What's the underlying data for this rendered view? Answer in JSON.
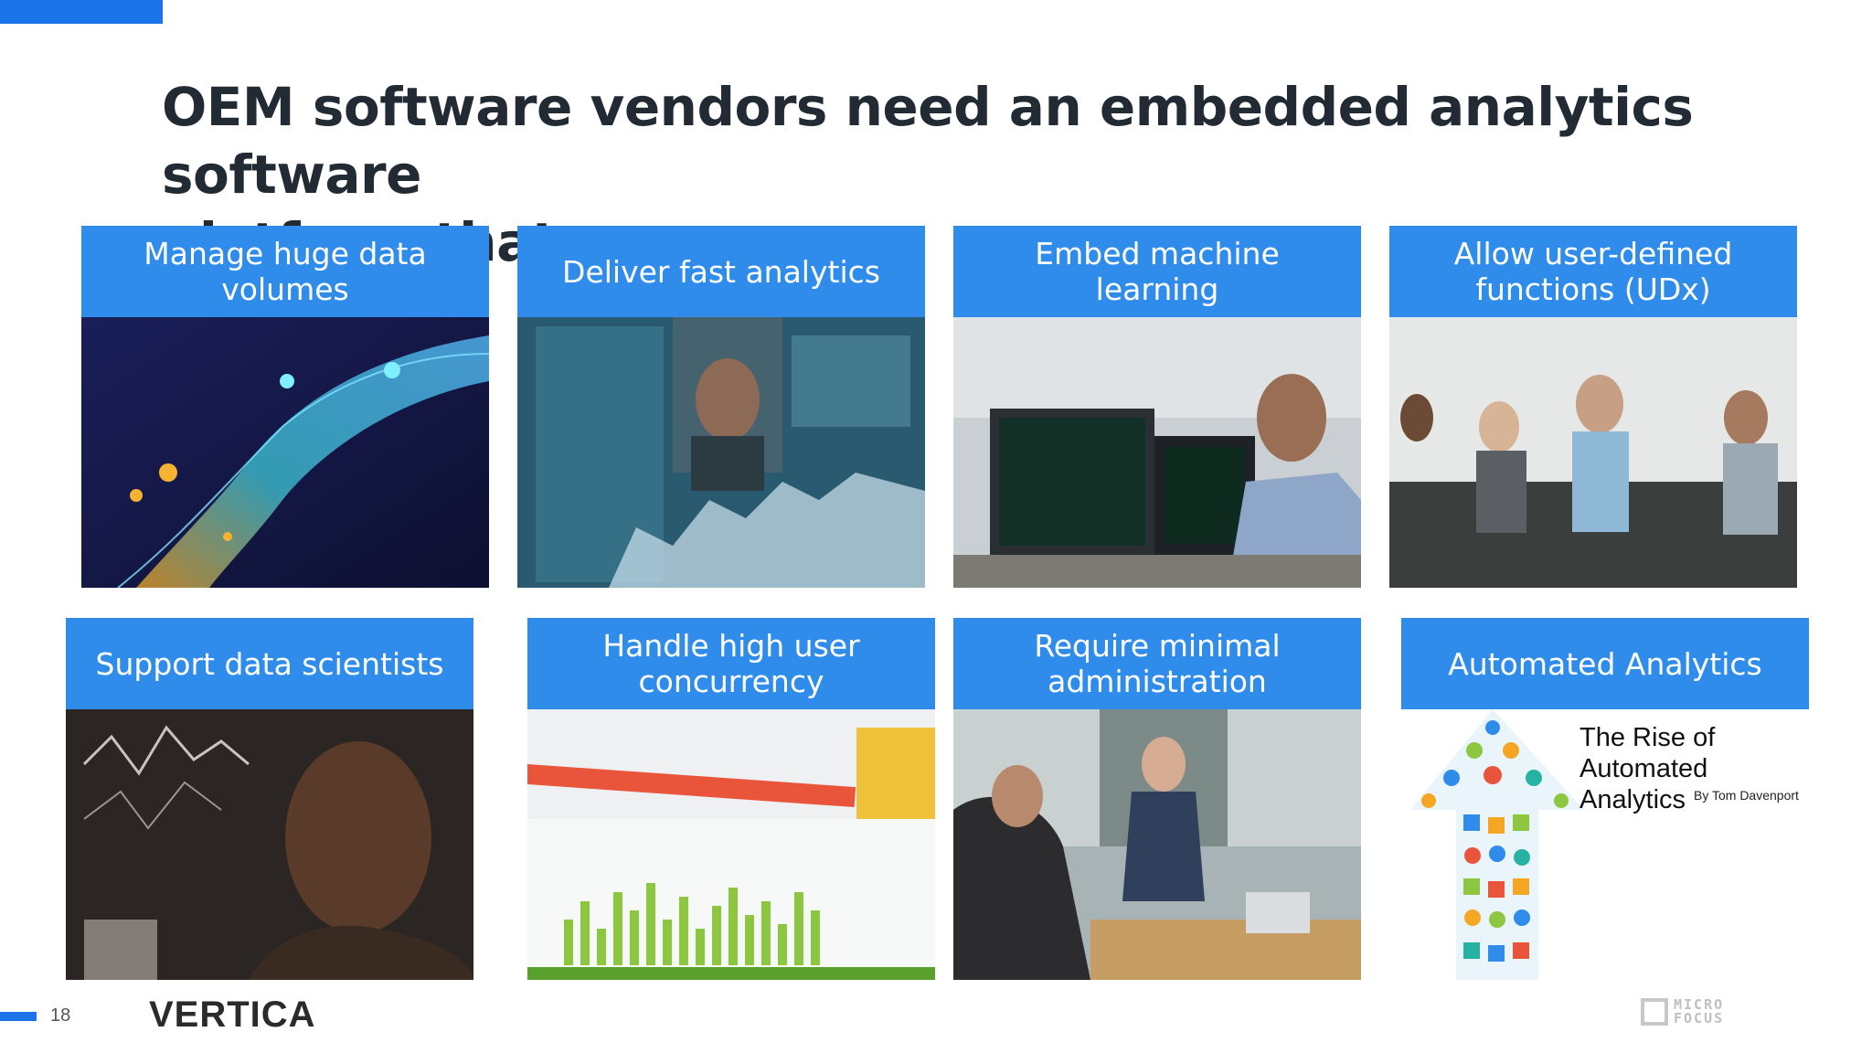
{
  "slide": {
    "title_line1": "OEM software vendors need an embedded analytics software",
    "title_line2": "platform that can:",
    "page_number": "18",
    "brand_left": "VERTICA",
    "brand_right_line1": "MICRO",
    "brand_right_line2": "FOCUS",
    "accent_color": "#2f8ceb"
  },
  "cards": [
    {
      "label": "Manage huge data volumes"
    },
    {
      "label": "Deliver fast analytics"
    },
    {
      "label": "Embed machine learning"
    },
    {
      "label": "Allow user-defined functions (UDx)"
    },
    {
      "label": "Support data scientists"
    },
    {
      "label": "Handle high user concurrency"
    },
    {
      "label": "Require minimal administration"
    },
    {
      "label": "Automated Analytics"
    }
  ],
  "book": {
    "title_line1": "The Rise of",
    "title_line2": "Automated Analytics",
    "author": "By Tom Davenport"
  }
}
